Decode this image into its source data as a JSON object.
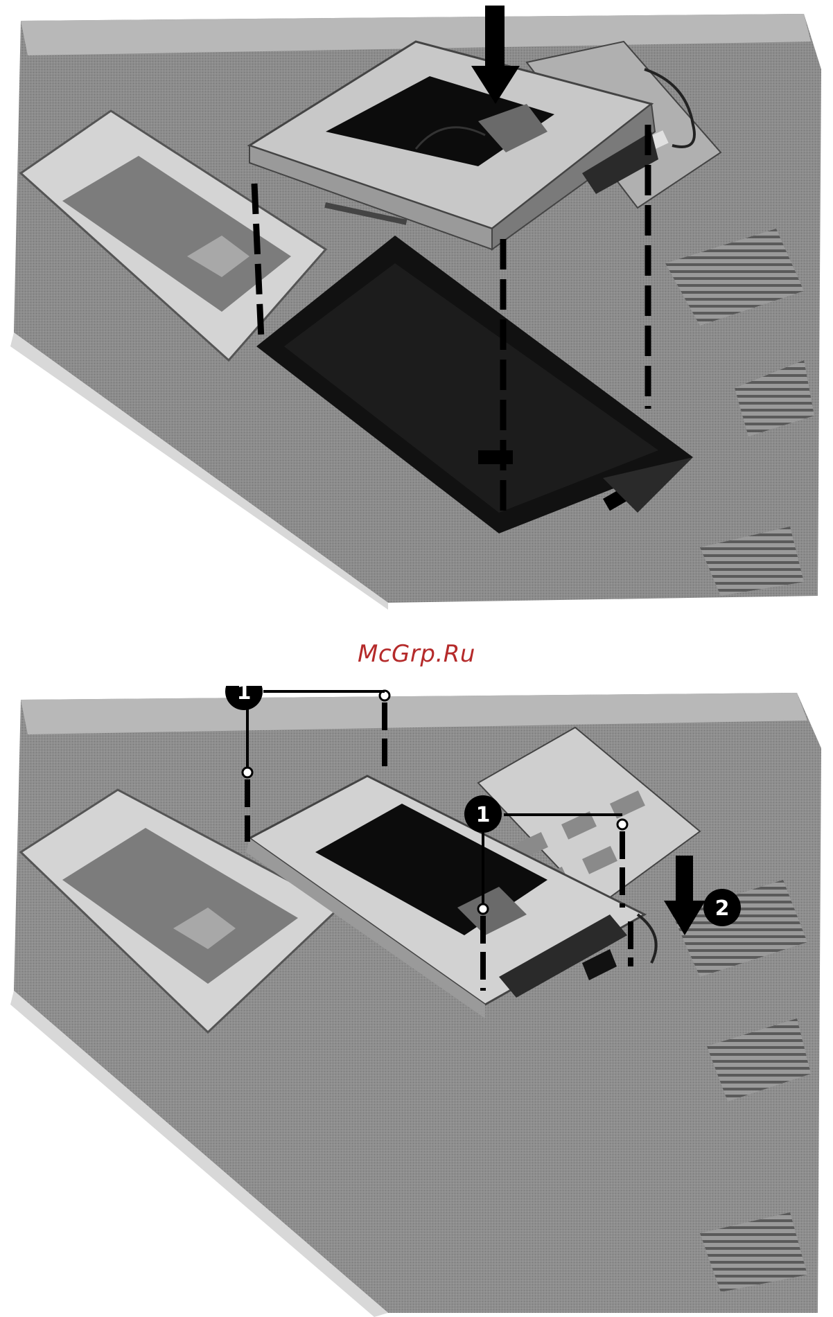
{
  "watermark": {
    "text": "McGrp.Ru",
    "color": "#b52a2a"
  },
  "figures": [
    {
      "id": "install-drive",
      "icons": [
        "down-arrow-icon"
      ]
    },
    {
      "id": "secure-drive",
      "callouts": [
        "1",
        "1",
        "2"
      ],
      "icons": [
        "down-arrow-icon"
      ]
    }
  ],
  "colors": {
    "background": "#ffffff",
    "chassis": "#8a8a8a",
    "callout": "#000000"
  }
}
